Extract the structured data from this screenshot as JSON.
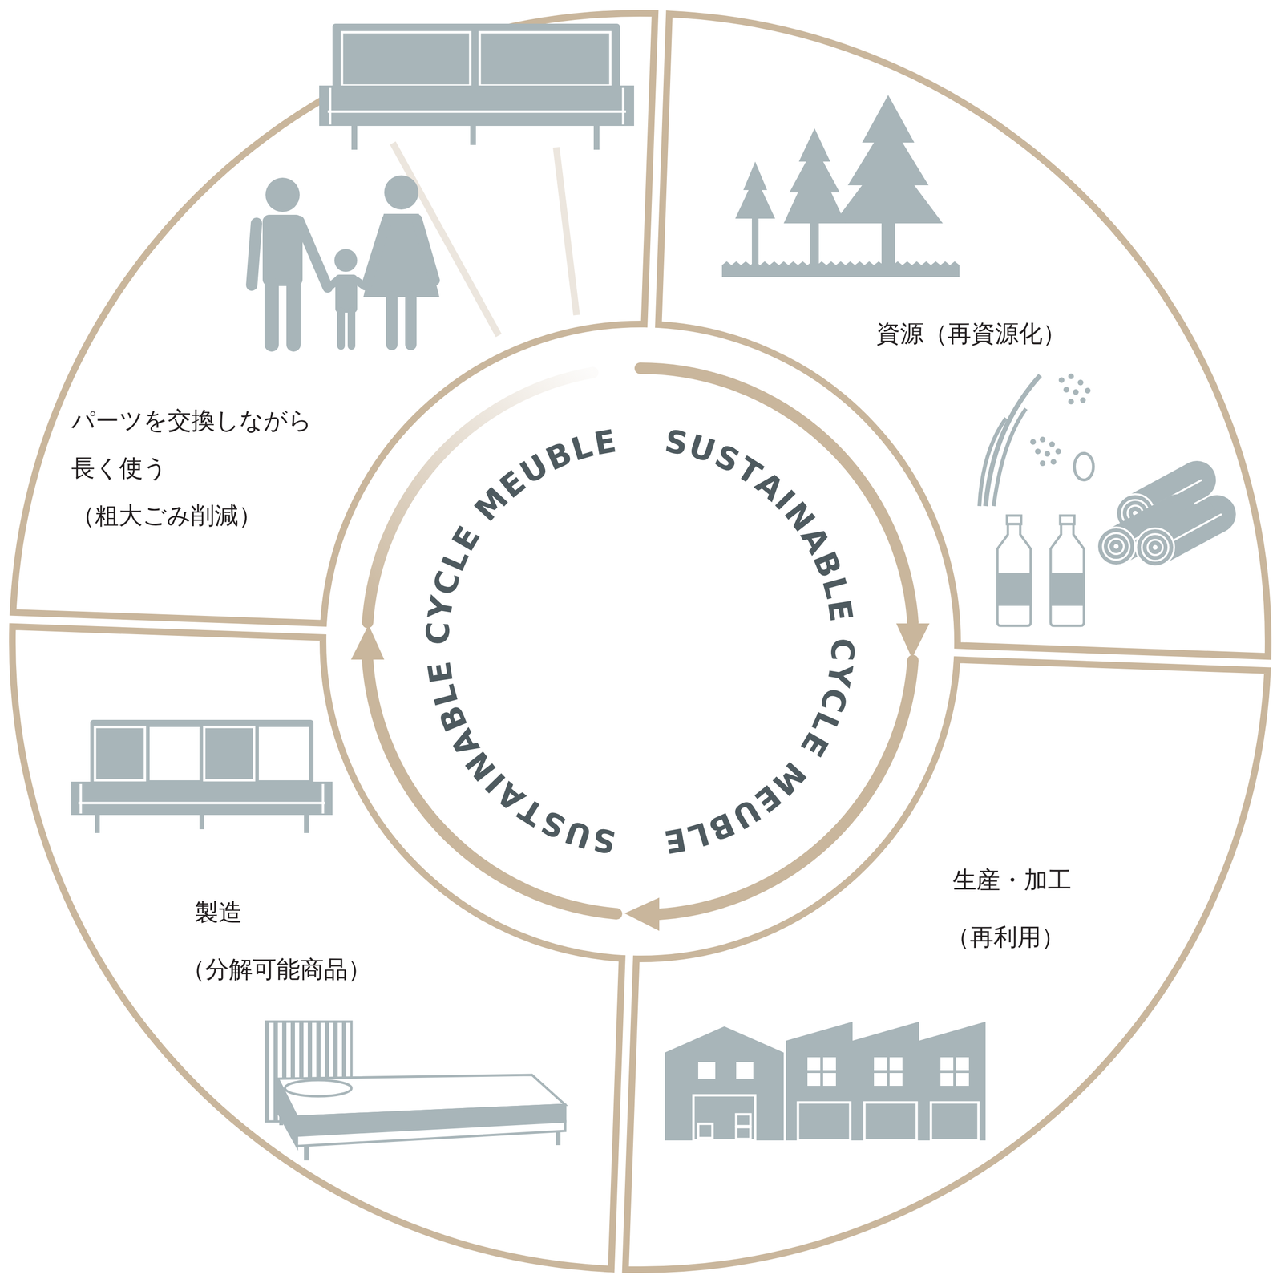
{
  "diagram": {
    "nodes": [
      {
        "text": [
          "資源（再資源化）"
        ]
      },
      {
        "text": [
          "生産・加工",
          "（再利用）"
        ]
      },
      {
        "text": [
          "製造",
          "（分解可能商品）"
        ]
      },
      {
        "text": [
          "パーツを交換しながら 長く使う （粗大ごみ削減）"
        ]
      }
    ],
    "labels": [
      "SUSTAINABLE CYCLE MEUBLE",
      "SUSTAINABLE CYCLE MEUBLE"
    ]
  }
}
